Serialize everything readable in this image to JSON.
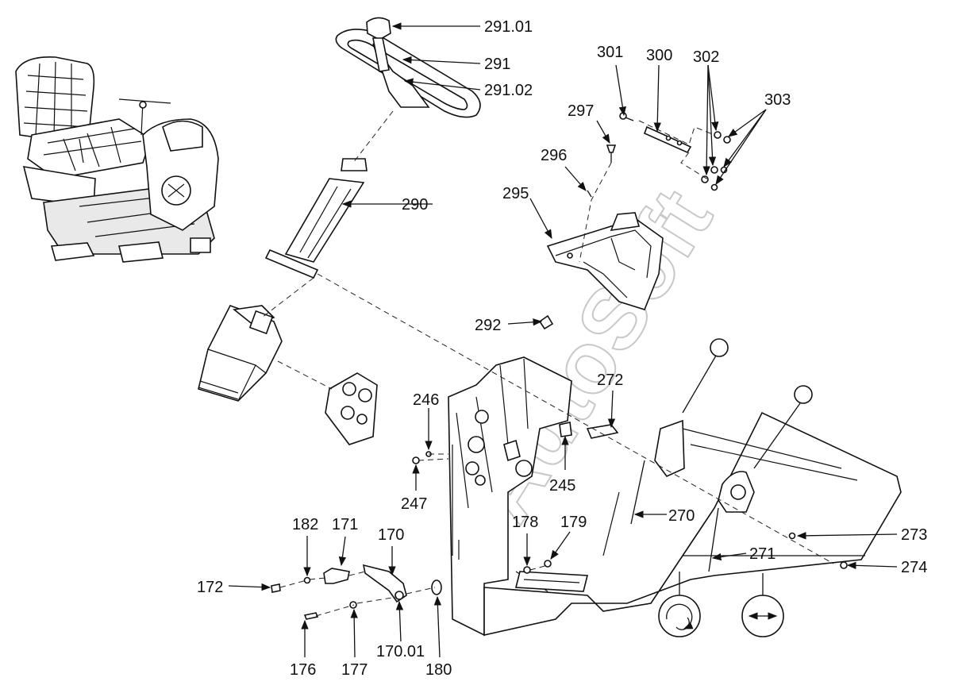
{
  "watermark": "AutoSoft",
  "callouts": [
    {
      "id": "291.01",
      "text": "291.01"
    },
    {
      "id": "291",
      "text": "291"
    },
    {
      "id": "291.02",
      "text": "291.02"
    },
    {
      "id": "301",
      "text": "301"
    },
    {
      "id": "300",
      "text": "300"
    },
    {
      "id": "302",
      "text": "302"
    },
    {
      "id": "303",
      "text": "303"
    },
    {
      "id": "297",
      "text": "297"
    },
    {
      "id": "296",
      "text": "296"
    },
    {
      "id": "295",
      "text": "295"
    },
    {
      "id": "290",
      "text": "290"
    },
    {
      "id": "292",
      "text": "292"
    },
    {
      "id": "272",
      "text": "272"
    },
    {
      "id": "246",
      "text": "246"
    },
    {
      "id": "247",
      "text": "247"
    },
    {
      "id": "245",
      "text": "245"
    },
    {
      "id": "182",
      "text": "182"
    },
    {
      "id": "171",
      "text": "171"
    },
    {
      "id": "170",
      "text": "170"
    },
    {
      "id": "178",
      "text": "178"
    },
    {
      "id": "179",
      "text": "179"
    },
    {
      "id": "270",
      "text": "270"
    },
    {
      "id": "273",
      "text": "273"
    },
    {
      "id": "172",
      "text": "172"
    },
    {
      "id": "271",
      "text": "271"
    },
    {
      "id": "274",
      "text": "274"
    },
    {
      "id": "176",
      "text": "176"
    },
    {
      "id": "177",
      "text": "177"
    },
    {
      "id": "170.01",
      "text": "170.01"
    },
    {
      "id": "180",
      "text": "180"
    }
  ],
  "motion_icons": [
    {
      "id": "rotation",
      "icon": "rotate-arrows-icon"
    },
    {
      "id": "linear",
      "icon": "double-arrow-icon"
    }
  ]
}
